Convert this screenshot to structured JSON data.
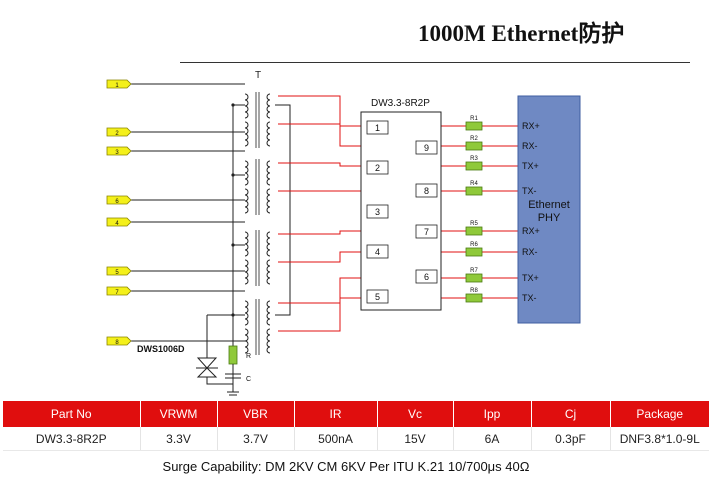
{
  "title": "1000M Ethernet防护",
  "schematic": {
    "chip_label": "DW3.3-8R2P",
    "transformer_label": "T",
    "tvs_label": "DWS1006D",
    "r_label": "R",
    "c_label": "C",
    "connector_pins": [
      "1",
      "2",
      "3",
      "6",
      "4",
      "5",
      "7",
      "8"
    ],
    "chip_pins": [
      "1",
      "9",
      "2",
      "8",
      "3",
      "7",
      "4",
      "6",
      "5"
    ],
    "resistors": [
      "R1",
      "R2",
      "R3",
      "R4",
      "R5",
      "R6",
      "R7",
      "R8"
    ],
    "phy_pins": [
      "RX+",
      "RX-",
      "TX+",
      "TX-",
      "RX+",
      "RX-",
      "TX+",
      "TX-"
    ],
    "phy_label_1": "Ethernet",
    "phy_label_2": "PHY",
    "colors": {
      "signal": "#e01010",
      "wire": "#222222",
      "tag": "#f4f01a",
      "resistor": "#8fc93a",
      "phy": "#6f89c3"
    }
  },
  "spec_table": {
    "headers": [
      "Part No",
      "VRWM",
      "VBR",
      "IR",
      "Vc",
      "Ipp",
      "Cj",
      "Package"
    ],
    "rows": [
      [
        "DW3.3-8R2P",
        "3.3V",
        "3.7V",
        "500nA",
        "15V",
        "6A",
        "0.3pF",
        "DNF3.8*1.0-9L"
      ]
    ]
  },
  "footer": "Surge Capability: DM 2KV CM 6KV Per ITU K.21 10/700μs 40Ω"
}
